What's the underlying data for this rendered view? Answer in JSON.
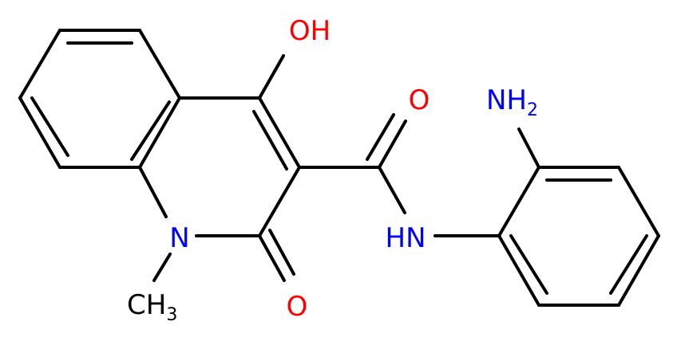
{
  "molecule": {
    "atoms": {
      "hydroxyl": {
        "main": "OH",
        "color": "#ff0000"
      },
      "amide_oxygen": {
        "main": "O",
        "color": "#ff0000"
      },
      "ring_oxygen": {
        "main": "O",
        "color": "#ff0000"
      },
      "amide_nitrogen": {
        "main": "HN",
        "color": "#0000ff"
      },
      "ring_nitrogen": {
        "main": "N",
        "color": "#0000ff"
      },
      "amine": {
        "main": "NH",
        "sub": "2",
        "color": "#0000ff"
      },
      "methyl": {
        "main": "CH",
        "sub": "3",
        "color": "#000000"
      }
    }
  }
}
